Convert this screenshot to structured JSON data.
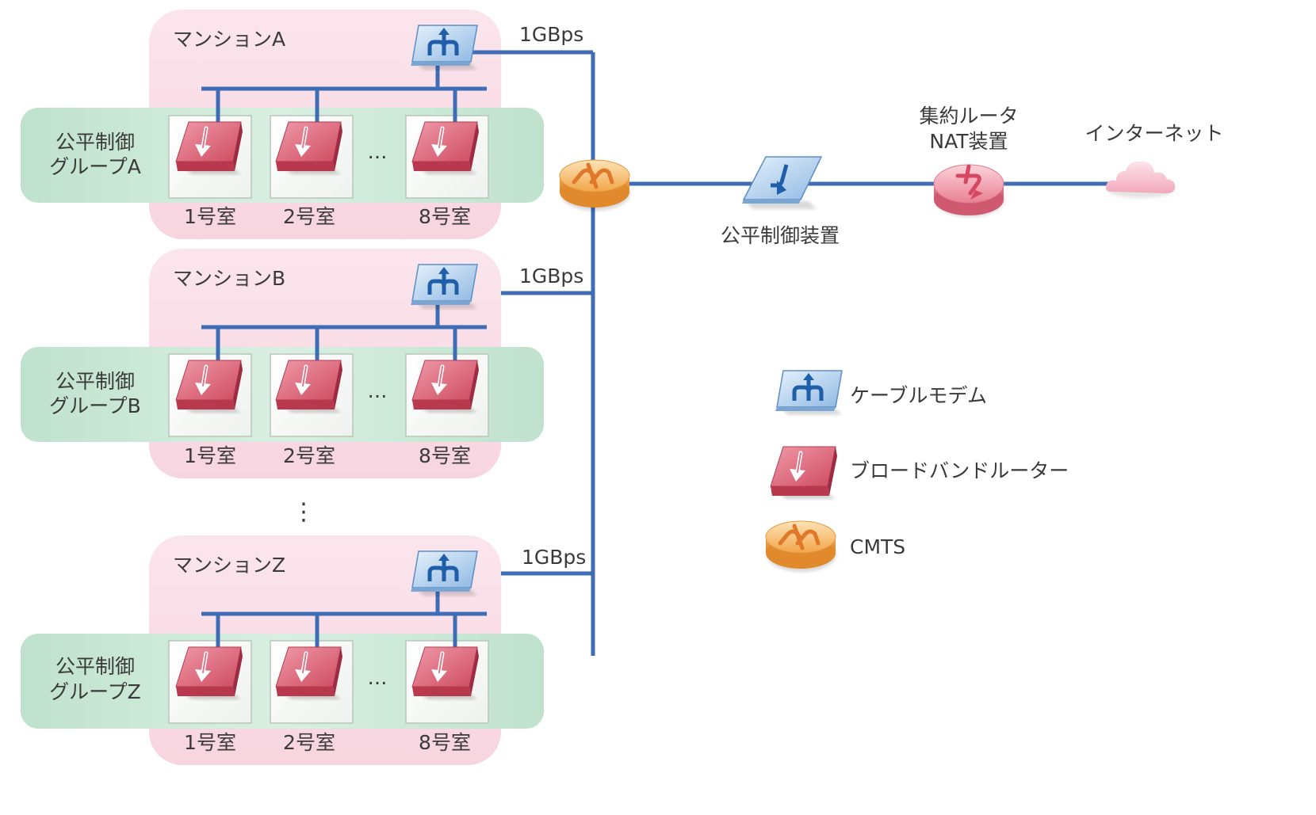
{
  "buildings": [
    {
      "name": "マンションA",
      "group": [
        "公平制御",
        "グループA"
      ],
      "bandwidth": "1GBps",
      "rooms": [
        "1号室",
        "2号室",
        "8号室"
      ],
      "ellipsis": "…"
    },
    {
      "name": "マンションB",
      "group": [
        "公平制御",
        "グループB"
      ],
      "bandwidth": "1GBps",
      "rooms": [
        "1号室",
        "2号室",
        "8号室"
      ],
      "ellipsis": "…"
    },
    {
      "name": "マンションZ",
      "group": [
        "公平制御",
        "グループZ"
      ],
      "bandwidth": "1GBps",
      "rooms": [
        "1号室",
        "2号室",
        "8号室"
      ],
      "ellipsis": "…"
    }
  ],
  "vertical_ellipsis": "⋮",
  "fair_control_device": "公平制御装置",
  "aggregation_router": [
    "集約ルータ",
    "NAT装置"
  ],
  "internet": "インターネット",
  "legend": [
    {
      "icon": "cable-modem-icon",
      "label": "ケーブルモデム"
    },
    {
      "icon": "broadband-router-icon",
      "label": "ブロードバンドルーター"
    },
    {
      "icon": "cmts-icon",
      "label": "CMTS"
    }
  ],
  "colors": {
    "line": "#3f6db5",
    "mansion_bg": "#f9dde6",
    "group_bg": "#c9e7d6"
  }
}
